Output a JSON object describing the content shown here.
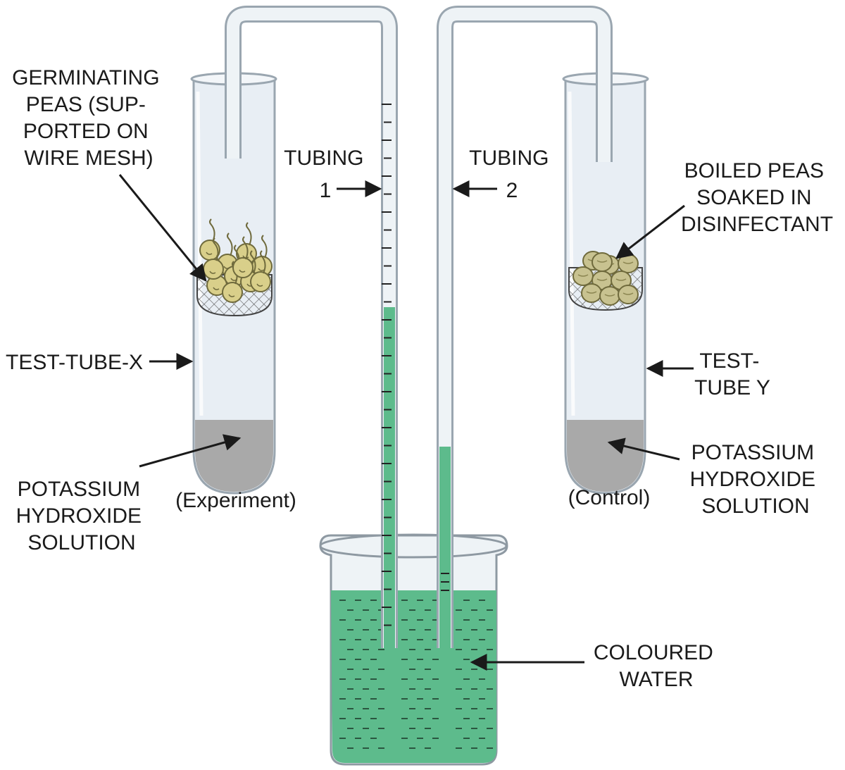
{
  "labels": {
    "germinating_peas": [
      "GERMINATING",
      "PEAS (SUP-",
      "PORTED ON",
      "WIRE MESH)"
    ],
    "tubing_1": [
      "TUBING",
      "1"
    ],
    "tubing_2": [
      "TUBING",
      "2"
    ],
    "boiled_peas": [
      "BOILED PEAS",
      "SOAKED IN",
      "DISINFECTANT"
    ],
    "test_tube_x": "TEST-TUBE-X",
    "test_tube_y": [
      "TEST-",
      "TUBE Y"
    ],
    "koh_left": [
      "POTASSIUM",
      "HYDROXIDE",
      "SOLUTION"
    ],
    "koh_right": [
      "POTASSIUM",
      "HYDROXIDE",
      "SOLUTION"
    ],
    "experiment": "(Experiment)",
    "control": "(Control)",
    "coloured_water": [
      "COLOURED",
      "WATER"
    ]
  },
  "colors": {
    "water_green": "#5dbb8c",
    "glass": "#e8eef4",
    "glass_stroke": "#9aa6b0",
    "koh_grey": "#a9a9a9",
    "pea_germinating": "#d9cf8a",
    "pea_boiled": "#c8c290"
  }
}
